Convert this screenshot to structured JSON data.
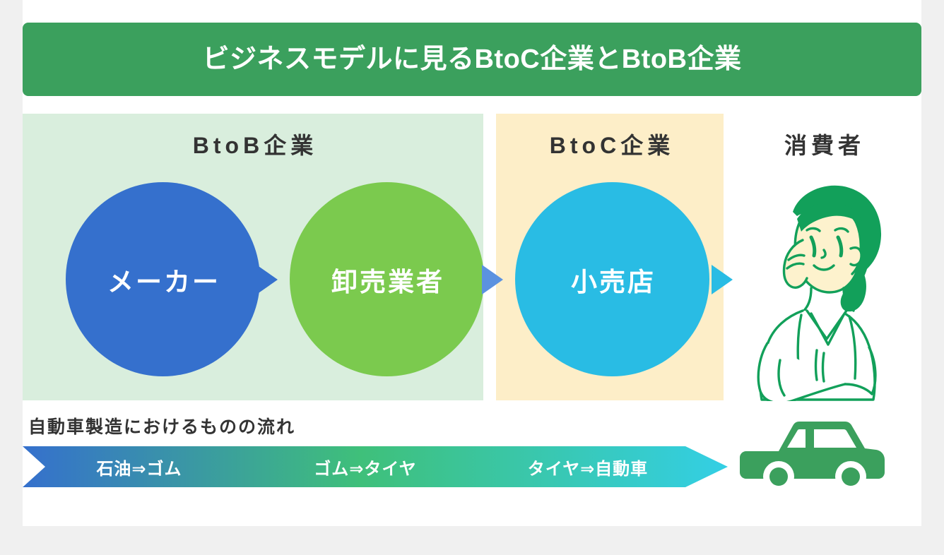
{
  "title": {
    "text": "ビジネスモデルに見るBtoC企業とBtoB企業",
    "background_color": "#3ba05d",
    "text_color": "#ffffff"
  },
  "panels": [
    {
      "label": "BtoB企業",
      "background_color": "#d9eedd"
    },
    {
      "label": "BtoC企業",
      "background_color": "#fdeec8"
    },
    {
      "label": "消費者",
      "background_color": "#ffffff"
    }
  ],
  "nodes": [
    {
      "label": "メーカー",
      "color": "#3570cd"
    },
    {
      "label": "卸売業者",
      "color": "#7bca4e"
    },
    {
      "label": "小売店",
      "color": "#29bce4"
    }
  ],
  "arrows": [
    {
      "name": "arrow-maker-to-wholesale",
      "color": "#3570cd"
    },
    {
      "name": "arrow-wholesale-to-retail",
      "color": "#5b92e0"
    },
    {
      "name": "arrow-retail-to-consumer",
      "color": "#29bce4"
    }
  ],
  "consumer": {
    "icon": "thinking-woman-illustration",
    "outline_color": "#12a05a",
    "skin_color": "#fdf2cd"
  },
  "flow": {
    "caption": "自動車製造におけるものの流れ",
    "steps": [
      {
        "label": "石油⇒ゴム"
      },
      {
        "label": "ゴム⇒タイヤ"
      },
      {
        "label": "タイヤ⇒自動車"
      }
    ],
    "gradient_start": "#3570cd",
    "gradient_mid": "#3fc07a",
    "gradient_end": "#33cfe5",
    "end_icon": "car-icon",
    "end_icon_color": "#3ba05d"
  }
}
